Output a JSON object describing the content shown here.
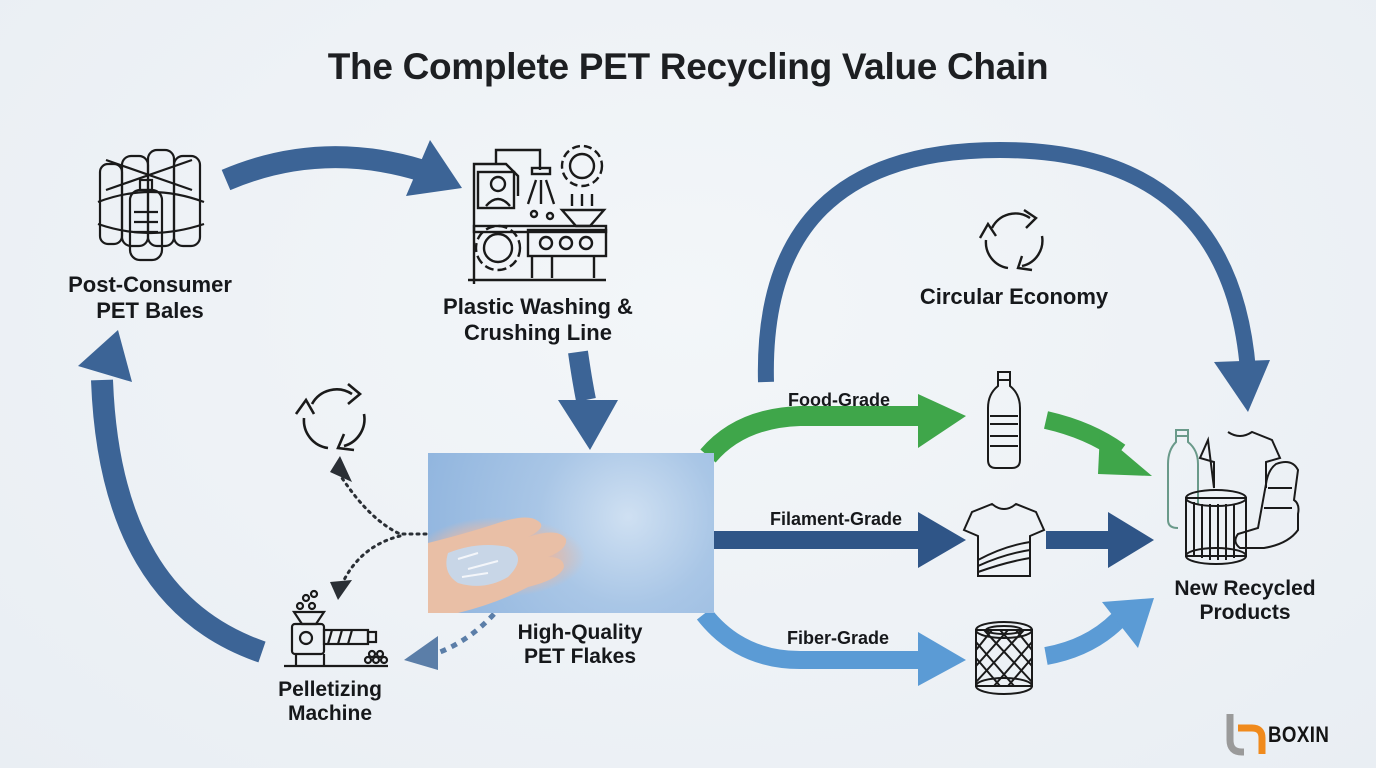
{
  "title": "The Complete PET Recycling Value Chain",
  "nodes": {
    "bales": {
      "line1": "Post-Consumer",
      "line2": "PET Bales",
      "icon": "bottle-bale-icon"
    },
    "washing": {
      "line1": "Plastic Washing &",
      "line2": "Crushing Line",
      "icon": "washing-machine-icon"
    },
    "flakes": {
      "line1": "High-Quality",
      "line2": "PET Flakes",
      "image": "pet-flakes-photo"
    },
    "pelletizing": {
      "line1": "Pelletizing",
      "line2": "Machine",
      "icon": "pelletizer-icon"
    },
    "circular": {
      "label": "Circular Economy",
      "icon": "recycle-icon"
    },
    "products": {
      "line1": "New Recycled",
      "line2": "Products",
      "icon": "recycled-products-icon"
    }
  },
  "grades": [
    {
      "label": "Food-Grade",
      "color": "#3fa64a",
      "product_icon": "bottle-icon"
    },
    {
      "label": "Filament-Grade",
      "color": "#2f5587",
      "product_icon": "tshirt-icon"
    },
    {
      "label": "Fiber-Grade",
      "color": "#5b9bd5",
      "product_icon": "filter-icon"
    }
  ],
  "colors": {
    "flow_arrow": "#3c6496",
    "food_grade": "#3fa64a",
    "filament_grade": "#2f5587",
    "fiber_grade": "#5b9bd5",
    "dotted": "#222222",
    "background": "#eef2f6"
  },
  "brand": {
    "name": "BOXIN",
    "logo_gray": "#9a9a9a",
    "logo_orange": "#f08a1c"
  }
}
